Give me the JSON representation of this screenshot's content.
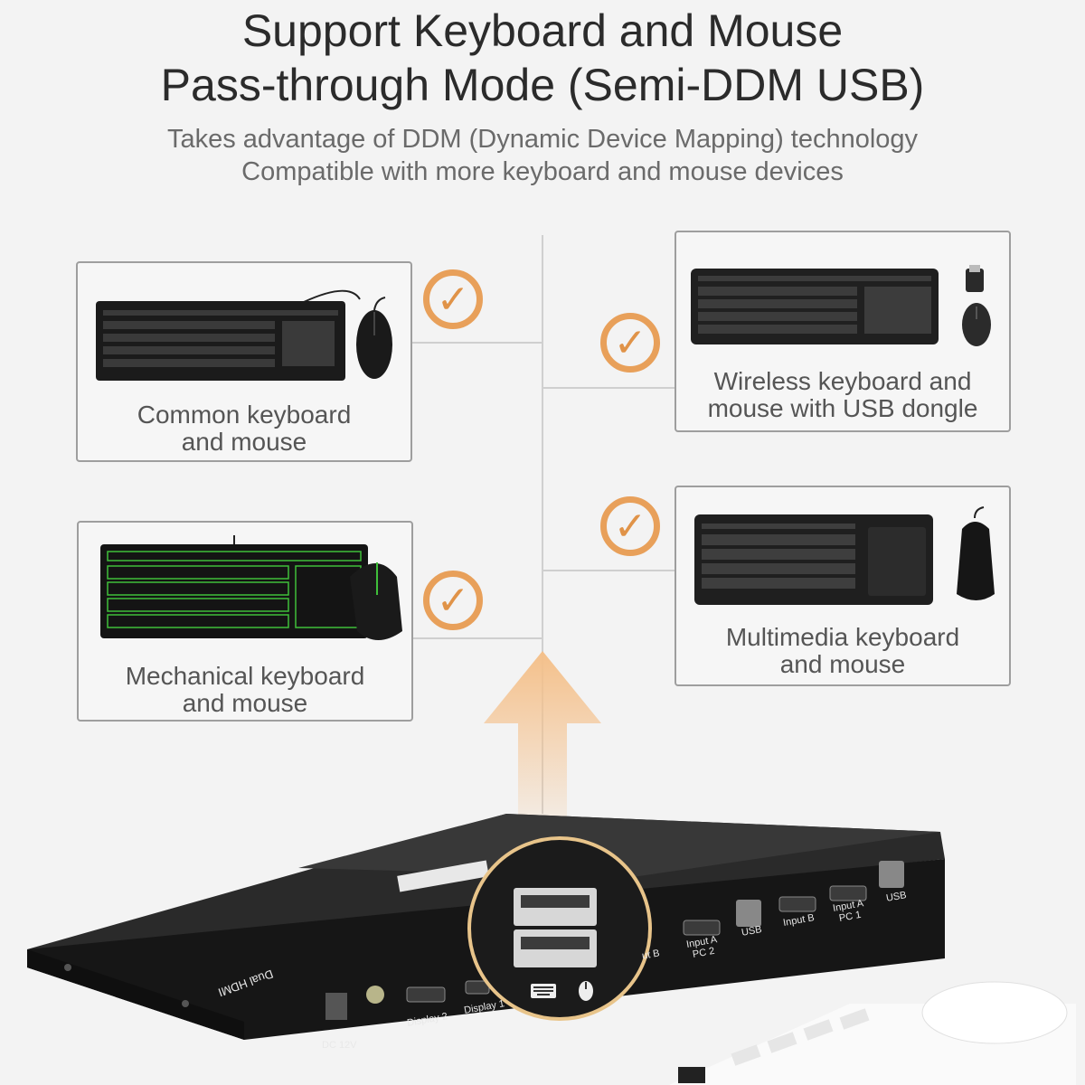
{
  "heading": {
    "line1": "Support Keyboard and Mouse",
    "line2": "Pass-through Mode (Semi-DDM USB)"
  },
  "subheading": {
    "line1": "Takes advantage of DDM (Dynamic Device Mapping) technology",
    "line2": "Compatible with more keyboard and mouse devices"
  },
  "cards": {
    "common": {
      "line1": "Common keyboard",
      "line2": "and mouse"
    },
    "wireless": {
      "line1": "Wireless keyboard and",
      "line2": "mouse with USB dongle"
    },
    "mechanical": {
      "line1": "Mechanical keyboard",
      "line2": "and mouse"
    },
    "multimedia": {
      "line1": "Multimedia keyboard",
      "line2": "and mouse"
    }
  },
  "device_ports": {
    "dc": "DC 12V",
    "display2": "Display 2",
    "display1": "Display 1",
    "input_b_pc2": "ut B",
    "input_a_pc2_line1": "Input A",
    "input_a_pc2_line2": "PC 2",
    "usb1": "USB",
    "input_b": "Input B",
    "input_a_pc1_line1": "Input A",
    "input_a_pc1_line2": "PC 1",
    "usb2": "USB",
    "side_label": "Dual HDMI"
  },
  "colors": {
    "accent": "#e8a05a",
    "arrow": "#f5c58f",
    "device": "#1c1c1c"
  },
  "icons": [
    "check-icon",
    "keyboard-icon",
    "mouse-icon",
    "arrow-up-icon"
  ]
}
